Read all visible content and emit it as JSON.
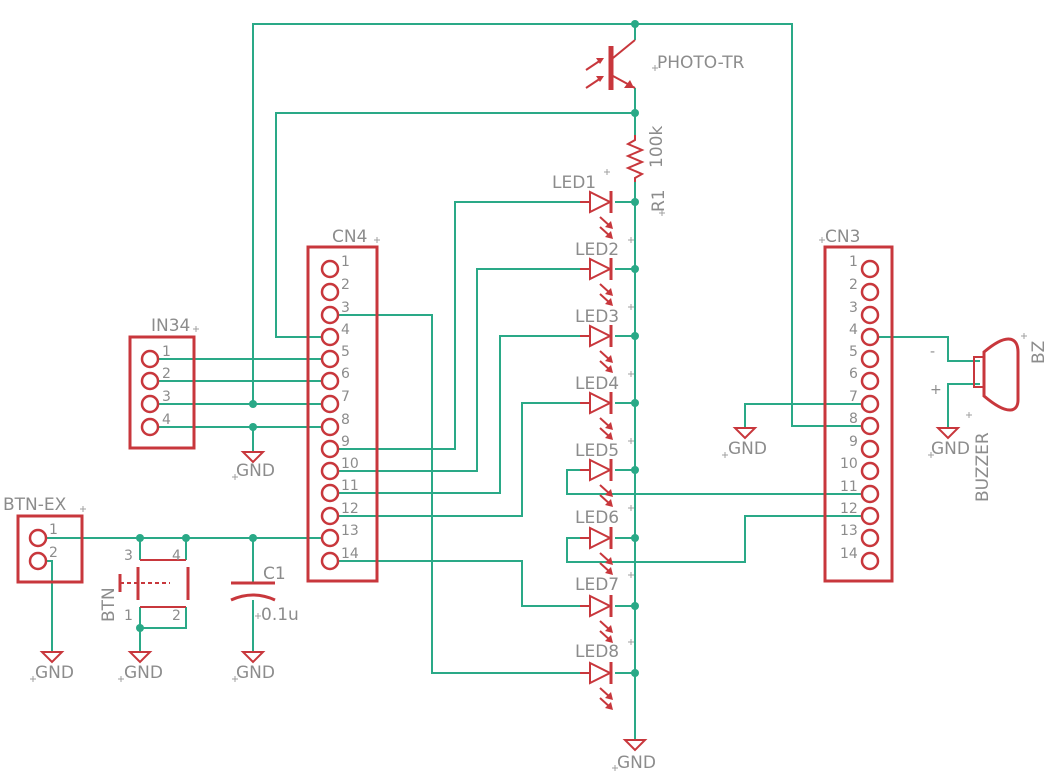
{
  "labels": {
    "photo_tr": "PHOTO-TR",
    "r1_value": "100k",
    "r1_name": "R1",
    "led1": "LED1",
    "led2": "LED2",
    "led3": "LED3",
    "led4": "LED4",
    "led5": "LED5",
    "led6": "LED6",
    "led7": "LED7",
    "led8": "LED8",
    "cn4": "CN4",
    "cn3": "CN3",
    "in34": "IN34",
    "btn_ex": "BTN-EX",
    "btn": "BTN",
    "c1_name": "C1",
    "c1_value": "0.1u",
    "bz": "BZ",
    "buzzer": "BUZZER",
    "gnd": "GND"
  },
  "cn4_pins": [
    "1",
    "2",
    "3",
    "4",
    "5",
    "6",
    "7",
    "8",
    "9",
    "10",
    "11",
    "12",
    "13",
    "14"
  ],
  "cn3_pins": [
    "1",
    "2",
    "3",
    "4",
    "5",
    "6",
    "7",
    "8",
    "9",
    "10",
    "11",
    "12",
    "13",
    "14"
  ],
  "in34_pins": [
    "1",
    "2",
    "3",
    "4"
  ],
  "btn_ex_pins": [
    "1",
    "2"
  ],
  "btn_pins": [
    "3",
    "4",
    "1",
    "2"
  ],
  "buzzer_pins": [
    "-",
    "+"
  ],
  "colors": {
    "wire": "#2aa987",
    "symbol": "#c8373c",
    "text": "#8c8c8c"
  }
}
